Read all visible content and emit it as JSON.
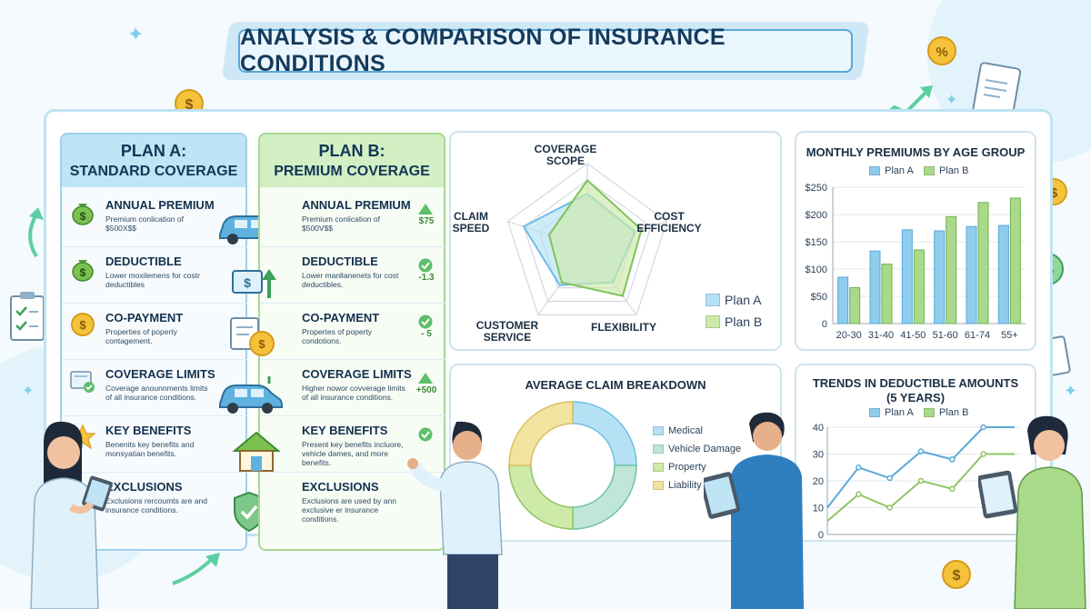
{
  "title": "ANALYSIS & COMPARISON OF INSURANCE CONDITIONS",
  "colors": {
    "plan_a": "#8fcdec",
    "plan_b": "#a8da8a",
    "medical": "#b5e1f5",
    "vehicle_damage": "#bfe6d6",
    "property": "#cdeaa8",
    "liability": "#f3e3a1"
  },
  "plans": {
    "a": {
      "title_line1": "PLAN A:",
      "title_line2": "STANDARD COVERAGE",
      "rows": [
        {
          "title": "ANNUAL PREMIUM",
          "desc": "Premium conlication of $500X$$",
          "icon": "money-bag-icon"
        },
        {
          "title": "DEDUCTIBLE",
          "desc": "Lower moxilemens for costr deductibles",
          "icon": "money-bag-icon"
        },
        {
          "title": "CO-PAYMENT",
          "desc": "Properties of poperty contagement.",
          "icon": "coin-icon"
        },
        {
          "title": "COVERAGE LIMITS",
          "desc": "Coverage anounnments limits of all insurance conditions.",
          "icon": "document-check-icon"
        },
        {
          "title": "KEY BENEFITS",
          "desc": "Benenits key benefits and monsyatian benefits.",
          "icon": "star-icon"
        },
        {
          "title": "EXCLUSIONS",
          "desc": "Exclusions rercoumts are and insurance conditions.",
          "icon": "shield-check-icon"
        }
      ]
    },
    "b": {
      "title_line1": "PLAN B:",
      "title_line2": "PREMIUM COVERAGE",
      "rows": [
        {
          "title": "ANNUAL PREMIUM",
          "desc": "Premium conlication of $500V$$",
          "icon": "car-icon",
          "delta": "$75",
          "mark": "up"
        },
        {
          "title": "DEDUCTIBLE",
          "desc": "Lower manllanenets for cost deductibles.",
          "icon": "money-up-icon",
          "delta": "-1.3",
          "mark": "check"
        },
        {
          "title": "CO-PAYMENT",
          "desc": "Propertes of poperty condotions.",
          "icon": "coin-icon",
          "delta": "- 5",
          "mark": "check"
        },
        {
          "title": "COVERAGE LIMITS",
          "desc": "Higher nowor covverage limits of all insurance conditions.",
          "icon": "car-icon",
          "delta": "+500",
          "mark": "up"
        },
        {
          "title": "KEY BENEFITS",
          "desc": "Present key benefits incluore, vehicle dames, and more benefits.",
          "icon": "house-icon",
          "delta": "",
          "mark": "check"
        },
        {
          "title": "EXCLUSIONS",
          "desc": "Exclusions are used by ann exclusive er insurance conditions.",
          "icon": "",
          "delta": "",
          "mark": ""
        }
      ]
    }
  },
  "chart_data": [
    {
      "type": "radar",
      "axes": [
        "COVERAGE SCOPE",
        "COST EFFICIENCY",
        "FLEXIBILITY",
        "CUSTOMER SERVICE",
        "CLAIM SPEED"
      ],
      "max": 5,
      "series": [
        {
          "name": "Plan A",
          "values": [
            3.2,
            3.0,
            2.6,
            2.8,
            4.0
          ]
        },
        {
          "name": "Plan B",
          "values": [
            4.0,
            3.4,
            3.6,
            2.6,
            2.4
          ]
        }
      ],
      "legend_placement": "bottom-right"
    },
    {
      "type": "bar",
      "title": "MONTHLY PREMIUMS BY AGE GROUP",
      "categories": [
        "20-30",
        "31-40",
        "41-50",
        "51-60",
        "61-74",
        "55+"
      ],
      "series": [
        {
          "name": "Plan A",
          "values": [
            85,
            133,
            172,
            170,
            178,
            180
          ]
        },
        {
          "name": "Plan B",
          "values": [
            66,
            109,
            135,
            196,
            222,
            230
          ]
        }
      ],
      "y_ticks": [
        "$250",
        "$200",
        "$150",
        "$100",
        "$50",
        "0"
      ],
      "ylim": [
        0,
        250
      ],
      "grid": true,
      "legend_placement": "top"
    },
    {
      "type": "pie",
      "title": "AVERAGE CLAIM BREAKDOWN",
      "donut": true,
      "slices": [
        {
          "name": "Medical",
          "value": 25
        },
        {
          "name": "Vehicle Damage",
          "value": 25
        },
        {
          "name": "Property",
          "value": 25
        },
        {
          "name": "Liability",
          "value": 25
        }
      ]
    },
    {
      "type": "line",
      "title": "TRENDS IN DEDUCTIBLE AMOUNTS",
      "subtitle": "(5 YEARS)",
      "x": [
        1,
        2,
        3,
        4,
        5,
        6,
        7
      ],
      "series": [
        {
          "name": "Plan A",
          "values": [
            10,
            25,
            21,
            31,
            28,
            40,
            40
          ]
        },
        {
          "name": "Plan B",
          "values": [
            5,
            15,
            10,
            20,
            17,
            30,
            30
          ]
        }
      ],
      "y_ticks": [
        "40",
        "30",
        "20",
        "10",
        "0"
      ],
      "ylim": [
        0,
        40
      ],
      "legend_placement": "top"
    }
  ]
}
